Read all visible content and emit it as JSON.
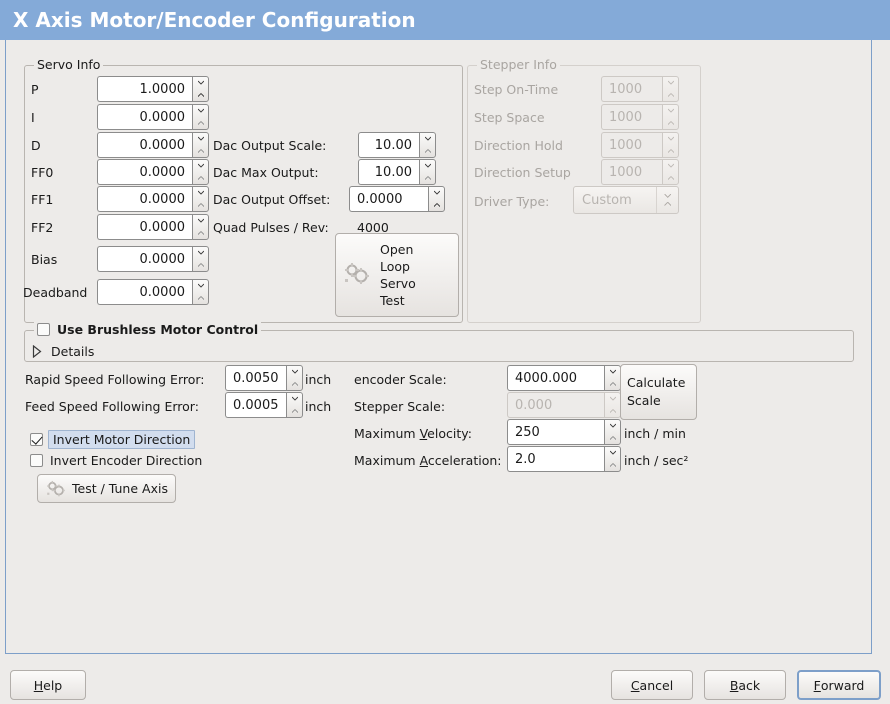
{
  "window": {
    "title": "X Axis Motor/Encoder Configuration",
    "title_bar_color": "#84aad8",
    "panel_border_color": "#7d9fc9",
    "background_color": "#edebe9"
  },
  "servo_info": {
    "legend": "Servo Info",
    "fields": [
      {
        "label": "P",
        "value": "1.0000"
      },
      {
        "label": "I",
        "value": "0.0000"
      },
      {
        "label": "D",
        "value": "0.0000"
      },
      {
        "label": "FF0",
        "value": "0.0000"
      },
      {
        "label": "FF1",
        "value": "0.0000"
      },
      {
        "label": "FF2",
        "value": "0.0000"
      },
      {
        "label": "Bias",
        "value": "0.0000"
      },
      {
        "label": "Deadband",
        "value": "0.0000"
      }
    ],
    "dac_output_scale": {
      "label": "Dac Output Scale:",
      "value": "10.00"
    },
    "dac_max_output": {
      "label": "Dac Max Output:",
      "value": "10.00"
    },
    "dac_output_offset": {
      "label": "Dac Output Offset:",
      "value": "0.0000"
    },
    "quad_pulses_rev": {
      "label": "Quad Pulses / Rev:",
      "value": "4000"
    },
    "open_loop_button": {
      "line1": "Open",
      "line2": "Loop",
      "line3": "Servo",
      "line4": "Test",
      "icon": "gears-icon",
      "enabled": false
    }
  },
  "stepper_info": {
    "legend": "Stepper Info",
    "enabled": false,
    "fields": [
      {
        "label": "Step On-Time",
        "value": "1000"
      },
      {
        "label": "Step Space",
        "value": "1000"
      },
      {
        "label": "Direction Hold",
        "value": "1000"
      },
      {
        "label": "Direction Setup",
        "value": "1000"
      }
    ],
    "driver_type": {
      "label": "Driver Type:",
      "value": "Custom"
    }
  },
  "brushless": {
    "checkbox_label": "Use Brushless Motor Control",
    "checked": false,
    "details_label": "Details",
    "details_expanded": false
  },
  "tuning": {
    "rapid_following_error": {
      "label": "Rapid Speed Following Error:",
      "value": "0.0050",
      "unit": "inch"
    },
    "feed_following_error": {
      "label": "Feed Speed Following Error:",
      "value": "0.0005",
      "unit": "inch"
    },
    "invert_motor": {
      "label": "Invert Motor Direction",
      "checked": true,
      "focused": true
    },
    "invert_encoder": {
      "label": "Invert Encoder Direction",
      "checked": false,
      "focused": false
    },
    "test_tune_button": {
      "label": "Test / Tune Axis",
      "icon": "gears-icon"
    }
  },
  "scales": {
    "encoder_scale": {
      "label": "encoder Scale:",
      "value": "4000.000",
      "enabled": true
    },
    "stepper_scale": {
      "label": "Stepper Scale:",
      "value": "0.000",
      "enabled": false
    },
    "max_velocity": {
      "label_pre": "Maximum ",
      "label_mnemonic": "V",
      "label_post": "elocity:",
      "value": "250",
      "unit": "inch / min"
    },
    "max_acceleration": {
      "label_pre": "Maximum ",
      "label_mnemonic": "A",
      "label_post": "cceleration:",
      "value": "2.0",
      "unit": "inch / sec²"
    },
    "calculate_button": {
      "line1": "Calculate",
      "line2": "Scale"
    }
  },
  "footer": {
    "help": {
      "mnemonic": "H",
      "rest": "elp"
    },
    "cancel": {
      "mnemonic": "C",
      "rest": "ancel"
    },
    "back": {
      "mnemonic": "B",
      "rest": "ack"
    },
    "forward": {
      "mnemonic": "F",
      "rest": "orward",
      "focused": true
    }
  }
}
